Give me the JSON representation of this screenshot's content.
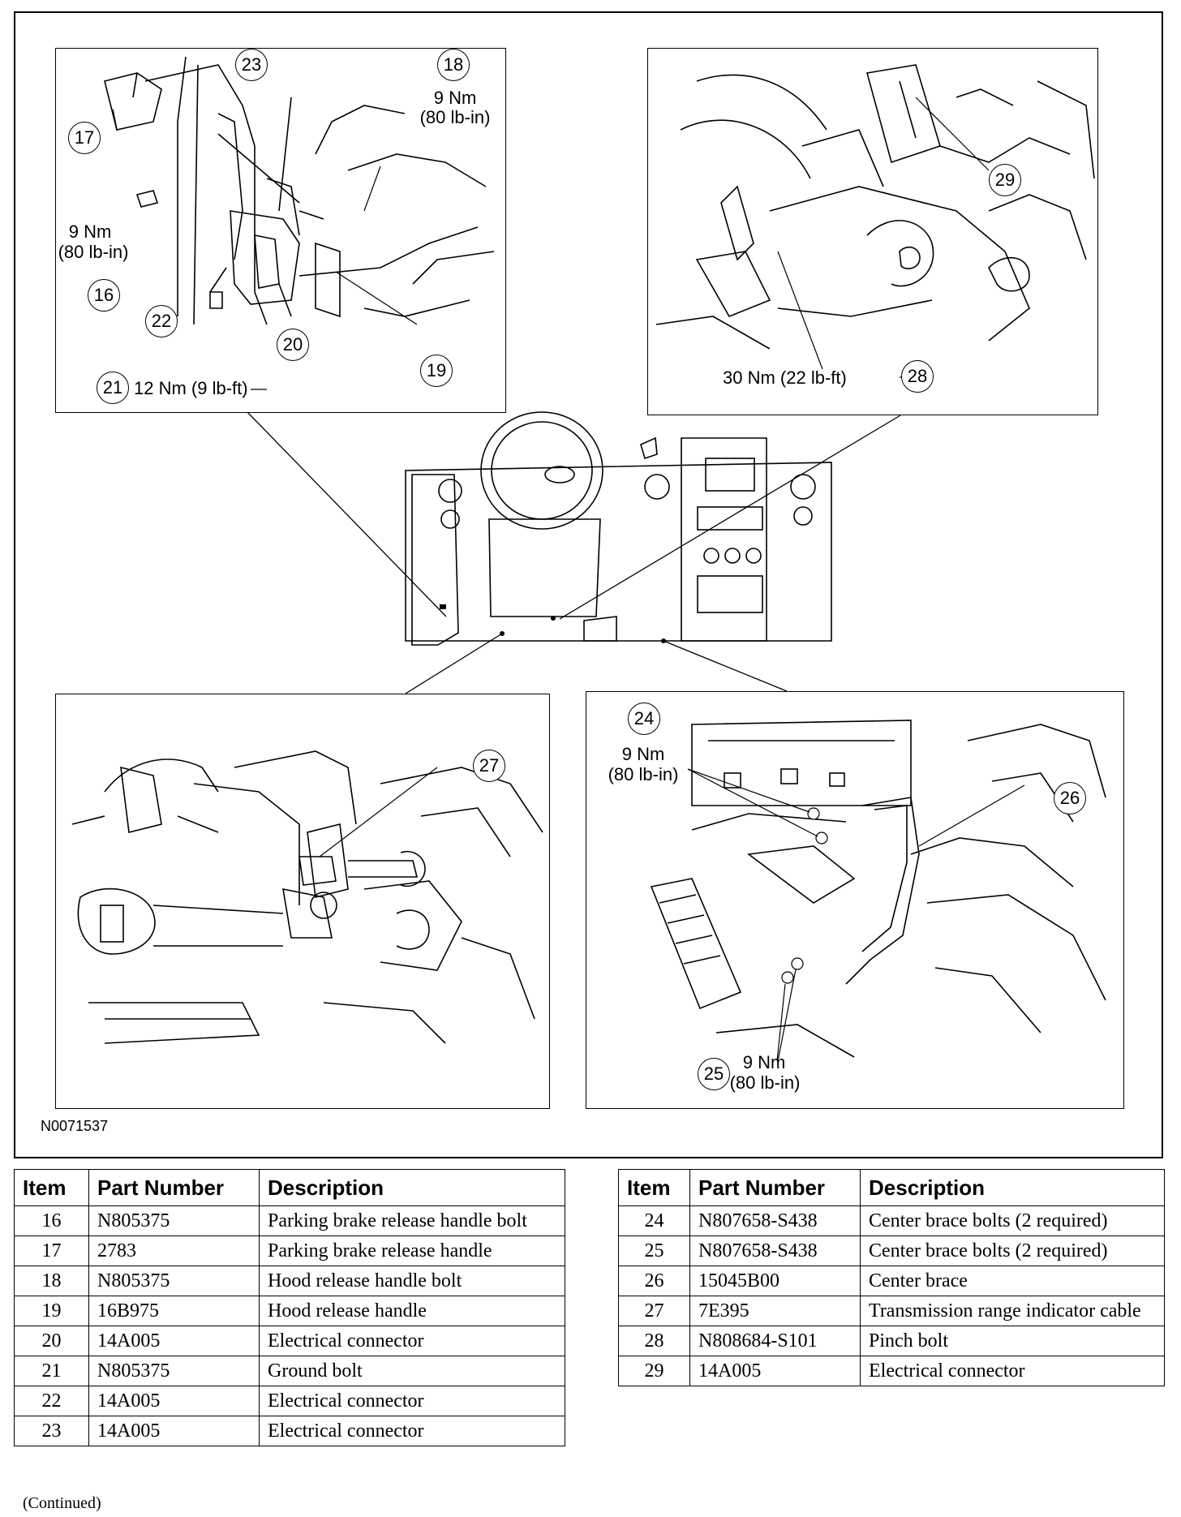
{
  "figure_id": "N0071537",
  "callouts": {
    "c16": "16",
    "c17": "17",
    "c18": "18",
    "c19": "19",
    "c20": "20",
    "c21": "21",
    "c22": "22",
    "c23": "23",
    "c24": "24",
    "c25": "25",
    "c26": "26",
    "c27": "27",
    "c28": "28",
    "c29": "29"
  },
  "torques": {
    "t18_nm": "9 Nm",
    "t18_lb": "(80 lb-in)",
    "t16_nm": "9 Nm",
    "t16_lb": "(80 lb-in)",
    "t21": "12 Nm (9 lb-ft)",
    "t28": "30 Nm (22 lb-ft)",
    "t24_nm": "9 Nm",
    "t24_lb": "(80 lb-in)",
    "t25_nm": "9 Nm",
    "t25_lb": "(80 lb-in)"
  },
  "table_headers": {
    "item": "Item",
    "part_number": "Part Number",
    "description": "Description"
  },
  "parts_left": [
    {
      "item": "16",
      "part": "N805375",
      "desc": "Parking brake release handle bolt"
    },
    {
      "item": "17",
      "part": "2783",
      "desc": "Parking brake release handle"
    },
    {
      "item": "18",
      "part": "N805375",
      "desc": "Hood release handle bolt"
    },
    {
      "item": "19",
      "part": "16B975",
      "desc": "Hood release handle"
    },
    {
      "item": "20",
      "part": "14A005",
      "desc": "Electrical connector"
    },
    {
      "item": "21",
      "part": "N805375",
      "desc": "Ground bolt"
    },
    {
      "item": "22",
      "part": "14A005",
      "desc": "Electrical connector"
    },
    {
      "item": "23",
      "part": "14A005",
      "desc": "Electrical connector"
    }
  ],
  "parts_right": [
    {
      "item": "24",
      "part": "N807658-S438",
      "desc": "Center brace bolts (2 required)"
    },
    {
      "item": "25",
      "part": "N807658-S438",
      "desc": "Center brace bolts (2 required)"
    },
    {
      "item": "26",
      "part": "15045B00",
      "desc": "Center brace"
    },
    {
      "item": "27",
      "part": "7E395",
      "desc": "Transmission range indicator cable"
    },
    {
      "item": "28",
      "part": "N808684-S101",
      "desc": "Pinch bolt"
    },
    {
      "item": "29",
      "part": "14A005",
      "desc": "Electrical connector"
    }
  ],
  "continued": "(Continued)"
}
